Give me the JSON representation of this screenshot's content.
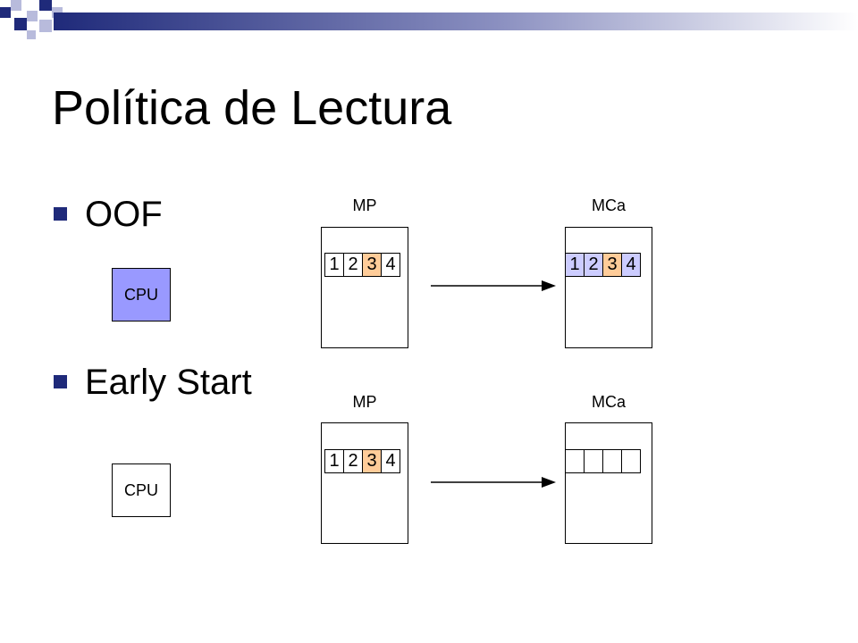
{
  "slide": {
    "title": "Política de Lectura",
    "bullets": [
      {
        "label": "OOF"
      },
      {
        "label": "Early Start"
      }
    ]
  },
  "colors": {
    "cpu_active": "#9999ff",
    "cell_highlight": "#ffcc99",
    "cell_filled": "#ccccff",
    "bullet": "#1f2a7a",
    "bar_dark": "#1f2a7a"
  },
  "diagram_oof": {
    "cpu": {
      "label": "CPU"
    },
    "mp": {
      "label": "MP",
      "cells": [
        "1",
        "2",
        "3",
        "4"
      ]
    },
    "mca": {
      "label": "MCa",
      "cells": [
        "1",
        "2",
        "3",
        "4"
      ]
    }
  },
  "diagram_early": {
    "cpu": {
      "label": "CPU"
    },
    "mp": {
      "label": "MP",
      "cells": [
        "1",
        "2",
        "3",
        "4"
      ]
    },
    "mca": {
      "label": "MCa",
      "cells": [
        "",
        "",
        "",
        ""
      ]
    }
  }
}
